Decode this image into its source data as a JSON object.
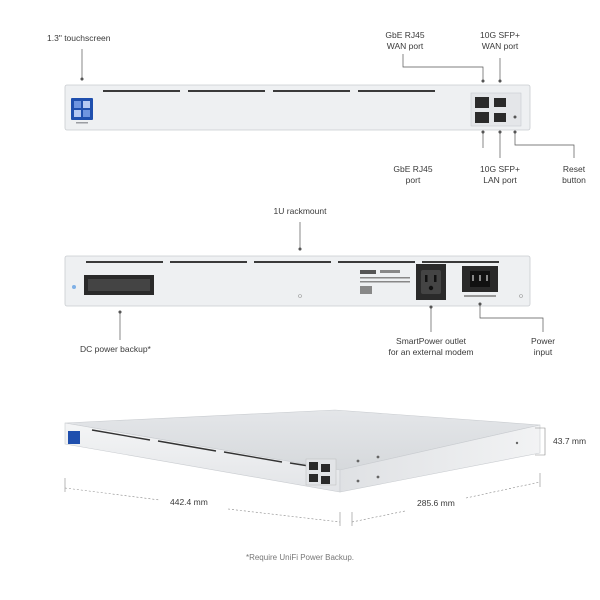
{
  "front": {
    "touchscreen_label": "1.3\" touchscreen",
    "wan_rj45_label": [
      "GbE RJ45",
      "WAN port"
    ],
    "wan_sfp_label": [
      "10G SFP+",
      "WAN port"
    ],
    "lan_rj45_label": [
      "GbE RJ45",
      "port"
    ],
    "lan_sfp_label": [
      "10G SFP+",
      "LAN port"
    ],
    "reset_label": [
      "Reset",
      "button"
    ]
  },
  "rear": {
    "rackmount_label": "1U rackmount",
    "dc_backup_label": "DC power backup*",
    "smartpower_label": [
      "SmartPower outlet",
      "for an external modem"
    ],
    "power_label": [
      "Power",
      "input"
    ]
  },
  "dimensions": {
    "height": "43.7 mm",
    "width": "442.4 mm",
    "depth": "285.6 mm"
  },
  "footnote": "*Require UniFi Power Backup.",
  "colors": {
    "chassis": "#eef0f2",
    "edge": "#c9ccd0",
    "screen": "#1f4fae",
    "port": "#2a2a2a"
  }
}
